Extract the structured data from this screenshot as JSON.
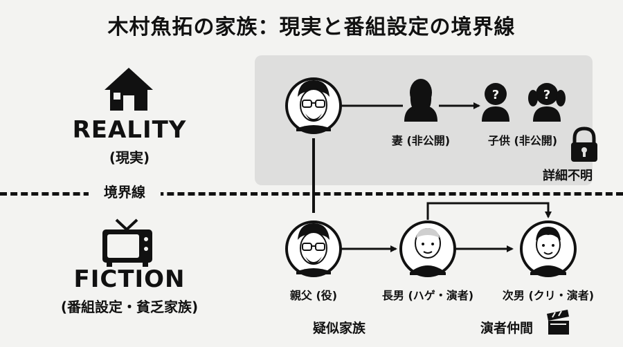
{
  "title": "木村魚拓の家族：現実と番組設定の境界線",
  "reality": {
    "heading": "REALITY",
    "sub": "(現実)"
  },
  "fiction": {
    "heading": "FICTION",
    "sub": "(番組設定・貧乏家族)"
  },
  "divider_label": "境界線",
  "nodes": {
    "wife": "妻 (非公開)",
    "children": "子供 (非公開)",
    "details_unknown": "詳細不明",
    "father_role": "親父 (役)",
    "eldest_son": "長男 (ハゲ・演者)",
    "second_son": "次男 (クリ・演者)"
  },
  "groups": {
    "pseudo_family": "疑似家族",
    "fellow_actors": "演者仲間"
  },
  "colors": {
    "reality_box": "#dededd",
    "background": "#f3f3f1",
    "ink": "#111111"
  }
}
